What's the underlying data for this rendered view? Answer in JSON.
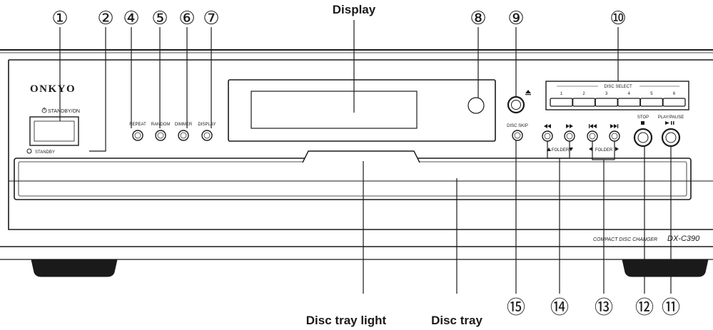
{
  "callouts": {
    "c1": "①",
    "c2": "②",
    "c4": "④",
    "c5": "⑤",
    "c6": "⑥",
    "c7": "⑦",
    "c8": "⑧",
    "c9": "⑨",
    "c10": "⑩",
    "c11": "⑪",
    "c12": "⑫",
    "c13": "⑬",
    "c14": "⑭",
    "c15": "⑮"
  },
  "labels": {
    "display": "Display",
    "disc_tray_light": "Disc tray light",
    "disc_tray": "Disc tray"
  },
  "panel": {
    "brand": "ONKYO",
    "standby_on": "STANDBY/ON",
    "standby": "STANDBY",
    "repeat": "REPEAT",
    "random": "RANDOM",
    "dimmer": "DIMMER",
    "display": "DISPLAY",
    "disc_skip": "DISC SKIP",
    "disc_select": "DISC SELECT",
    "disc_numbers": [
      "1",
      "2",
      "3",
      "4",
      "5",
      "6"
    ],
    "stop": "STOP",
    "play_pause": "PLAY/PAUSE",
    "folder_1": "FOLDER",
    "folder_2": "FOLDER",
    "model_text": "COMPACT DISC CHANGER",
    "model_number": "DX-C390"
  },
  "icons": {
    "power": "power-icon",
    "eject": "eject-icon",
    "rewind": "rewind-icon",
    "fast_forward": "fast-forward-icon",
    "skip_back": "skip-back-icon",
    "skip_forward": "skip-forward-icon",
    "stop": "stop-icon",
    "play_pause": "play-pause-icon"
  }
}
